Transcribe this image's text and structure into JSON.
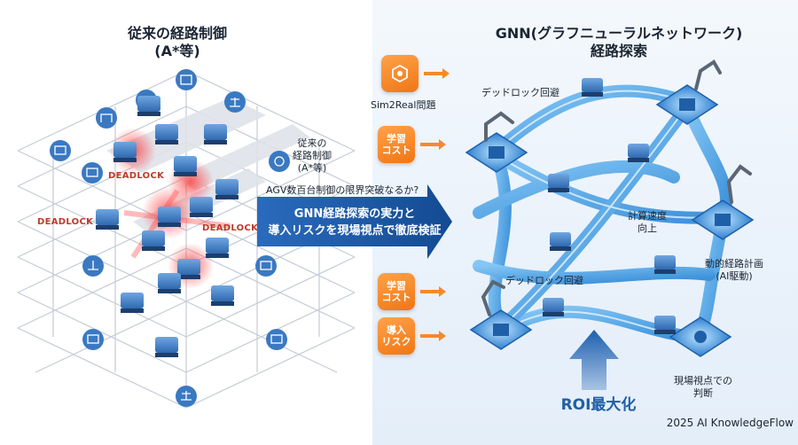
{
  "left": {
    "title_line1": "従来の経路制御",
    "title_line2": "(A*等)",
    "deadlock_label": "DEADLOCK",
    "side_note_line1": "従来の",
    "side_note_line2": "経路制御",
    "side_note_line3": "(A*等)"
  },
  "center": {
    "question": "AGV数百台制御の限界突破なるか?",
    "arrow_line1": "GNN経路探索の実力と",
    "arrow_line2": "導入リスクを現場視点で徹底検証"
  },
  "right": {
    "title_line1": "GNN(グラフニューラルネットワーク)",
    "title_line2": "経路探索",
    "challenges": [
      {
        "caption": "Sim2Real問題",
        "box": ""
      },
      {
        "caption": "",
        "box_line1": "学習",
        "box_line2": "コスト"
      },
      {
        "caption": "",
        "box_line1": "学習",
        "box_line2": "コスト"
      },
      {
        "caption": "",
        "box_line1": "導入",
        "box_line2": "リスク"
      }
    ],
    "labels": {
      "deadlock_avoid_top": "デッドロック回避",
      "deadlock_avoid_bottom": "デッドロック回避",
      "speed_line1": "計算速度",
      "speed_line2": "向上",
      "dynamic_line1": "動的経路計画",
      "dynamic_line2": "(AI駆動)",
      "field_line1": "現場視点での",
      "field_line2": "判断"
    },
    "roi": "ROI最大化"
  },
  "footer": "2025 AI KnowledgeFlow",
  "colors": {
    "orange": "#f5892a",
    "blue_dark": "#1f5fa8",
    "blue_arrow": "#1b5cab",
    "deadlock_red": "#c0392b",
    "agv_blue": "#3a79c2"
  }
}
